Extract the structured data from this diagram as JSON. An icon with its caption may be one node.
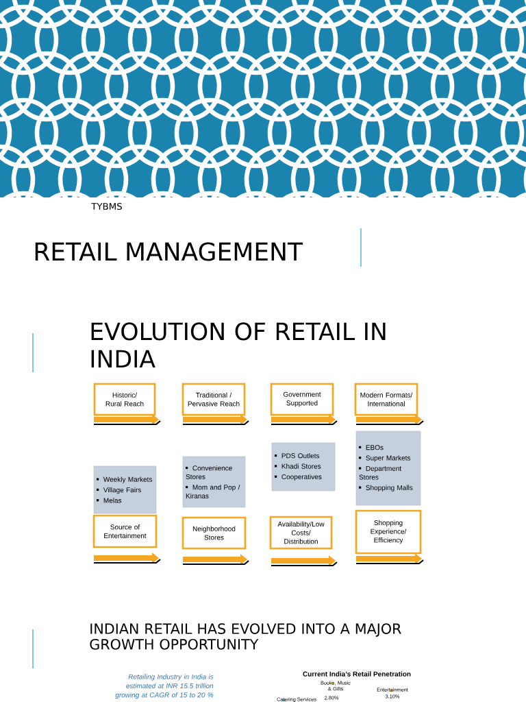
{
  "diagram": {
    "title": "RETAIL MANAGEMENT",
    "nodes": [
      {
        "text": [
          "Historic/ Rural Reach"
        ]
      },
      {
        "text": [
          "Traditional / Pervasive Reach"
        ]
      },
      {
        "text": [
          "Government Supported"
        ]
      },
      {
        "text": [
          "Modern Formats/ International"
        ]
      },
      {
        "text": [
          "Weekly Markets",
          "Village Fairs",
          "Melas"
        ]
      },
      {
        "text": [
          "Convenience Stores",
          "Mom and Pop / Kiranas"
        ]
      },
      {
        "text": [
          "PDS Outlets",
          "Khadi Stores",
          "Cooperatives"
        ]
      },
      {
        "text": [
          "EBOs",
          "Super Markets",
          "Department Stores",
          "Shopping Malls"
        ]
      },
      {
        "text": [
          "Source of Entertainment"
        ]
      },
      {
        "text": [
          "Neighborhood Stores"
        ]
      },
      {
        "text": [
          "Availability/Low Costs/ Distribution"
        ]
      },
      {
        "text": [
          "Shopping Experience/ Efficiency"
        ]
      }
    ],
    "labels": [
      "TYBMS",
      "EVOLUTION OF RETAIL IN INDIA",
      "INDIAN RETAIL HAS EVOLVED INTO A MAJOR GROWTH OPPORTUNITY",
      "Retailing Industry in India is estimated at INR 15.5 trillion growing at CAGR of 15 to 20 %",
      "Current India’s Retail Penetration",
      "Books, Music & Gifts",
      "2.80%",
      "Entertainment",
      "3.10%",
      "Catering Services"
    ]
  }
}
